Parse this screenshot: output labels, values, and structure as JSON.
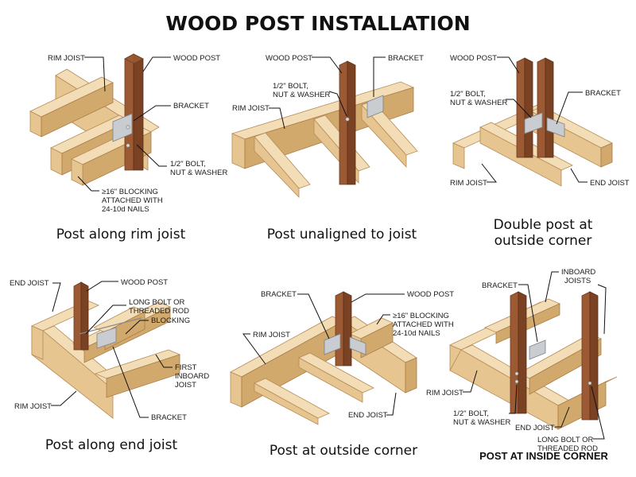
{
  "title": "WOOD POST INSTALLATION",
  "panels": {
    "p1": {
      "caption": "Post along rim joist",
      "labels": {
        "rim_joist": "RIM JOIST",
        "wood_post": "WOOD POST",
        "bracket": "BRACKET",
        "bolt_1": "1/2\" BOLT,",
        "bolt_2": "NUT & WASHER",
        "block_1": "≥16\" BLOCKING",
        "block_2": "ATTACHED WITH",
        "block_3": "24-10d NAILS"
      }
    },
    "p2": {
      "caption": "Post unaligned to joist",
      "labels": {
        "wood_post": "WOOD POST",
        "bracket": "BRACKET",
        "bolt_1": "1/2\" BOLT,",
        "bolt_2": "NUT & WASHER",
        "rim_joist": "RIM JOIST"
      }
    },
    "p3": {
      "caption_1": "Double post at",
      "caption_2": "outside corner",
      "labels": {
        "wood_post": "WOOD POST",
        "bolt_1": "1/2\" BOLT,",
        "bolt_2": "NUT & WASHER",
        "bracket": "BRACKET",
        "rim_joist": "RIM JOIST",
        "end_joist": "END JOIST"
      }
    },
    "p4": {
      "caption": "Post along end joist",
      "labels": {
        "end_joist": "END JOIST",
        "wood_post": "WOOD POST",
        "long_bolt_1": "LONG BOLT OR",
        "long_bolt_2": "THREADED ROD",
        "blocking": "BLOCKING",
        "first_1": "FIRST",
        "first_2": "INBOARD",
        "first_3": "JOIST",
        "rim_joist": "RIM JOIST",
        "bracket": "BRACKET"
      }
    },
    "p5": {
      "caption": "Post at outside corner",
      "labels": {
        "bracket": "BRACKET",
        "wood_post": "WOOD POST",
        "block_1": "≥16\" BLOCKING",
        "block_2": "ATTACHED WITH",
        "block_3": "24-10d NAILS",
        "rim_joist": "RIM JOIST",
        "end_joist": "END JOIST"
      }
    },
    "p6": {
      "caption": "POST AT INSIDE CORNER",
      "labels": {
        "bracket": "BRACKET",
        "inboard_1": "INBOARD",
        "inboard_2": "JOISTS",
        "rim_joist": "RIM JOIST",
        "bolt_1": "1/2\" BOLT,",
        "bolt_2": "NUT & WASHER",
        "end_joist": "END JOIST",
        "long_bolt_1": "LONG BOLT OR",
        "long_bolt_2": "THREADED ROD"
      }
    }
  }
}
